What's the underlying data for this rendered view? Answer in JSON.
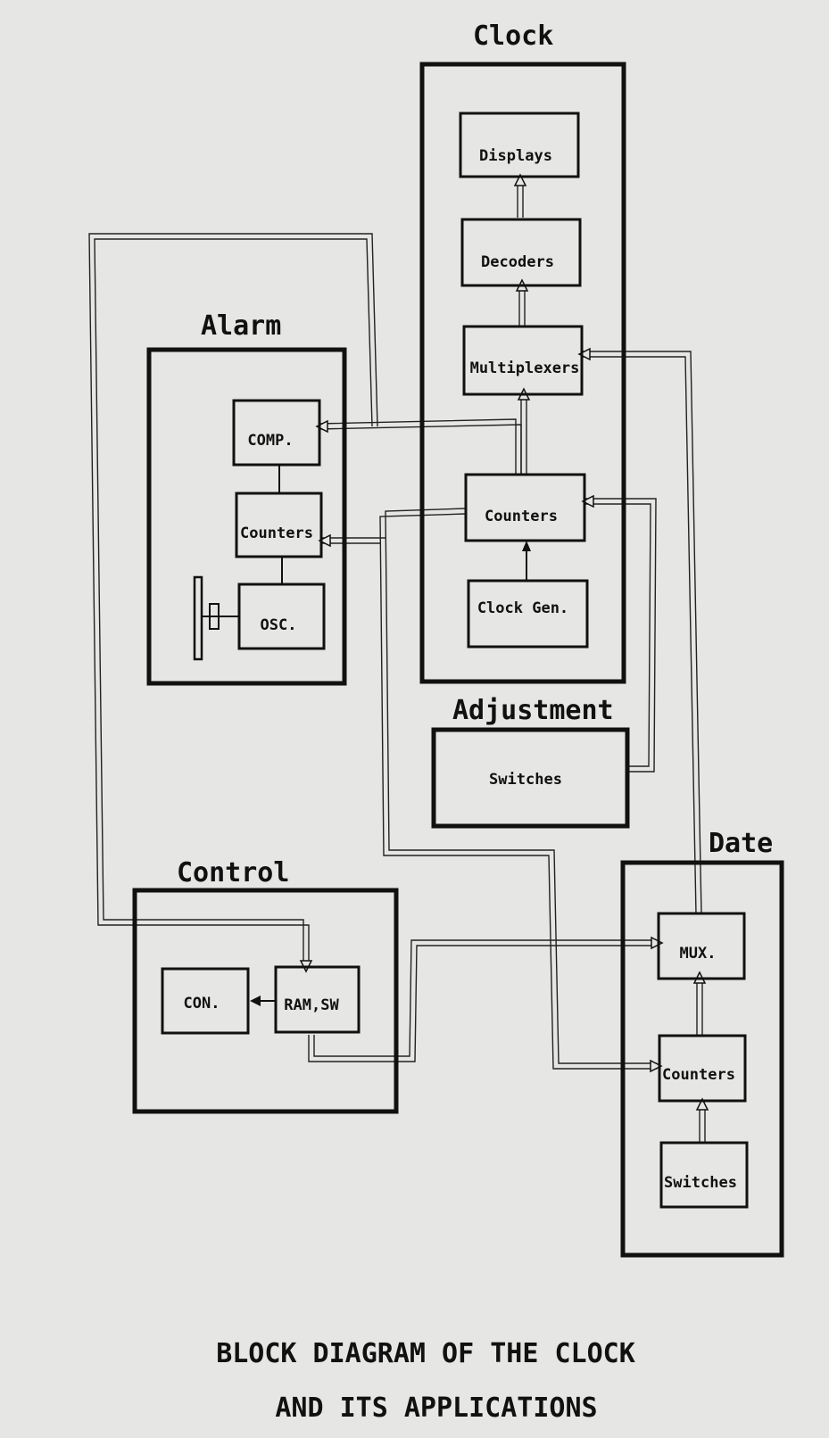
{
  "groups": {
    "clock": "Clock",
    "alarm": "Alarm",
    "adjustment": "Adjustment",
    "control": "Control",
    "date": "Date"
  },
  "blocks": {
    "displays": "Displays",
    "decoders": "Decoders",
    "multiplexers": "Multiplexers",
    "clock_counters": "Counters",
    "clock_gen": "Clock Gen.",
    "comp": "COMP.",
    "alarm_counters": "Counters",
    "osc": "OSC.",
    "adjust_switches": "Switches",
    "con": "CON.",
    "ram_sw": "RAM,SW",
    "mux": "MUX.",
    "date_counters": "Counters",
    "date_switches": "Switches"
  },
  "caption": {
    "line1": "BLOCK DIAGRAM OF THE CLOCK",
    "line2": "AND ITS APPLICATIONS"
  },
  "colors": {
    "paper": "#e6e6e4",
    "ink": "#111111"
  }
}
